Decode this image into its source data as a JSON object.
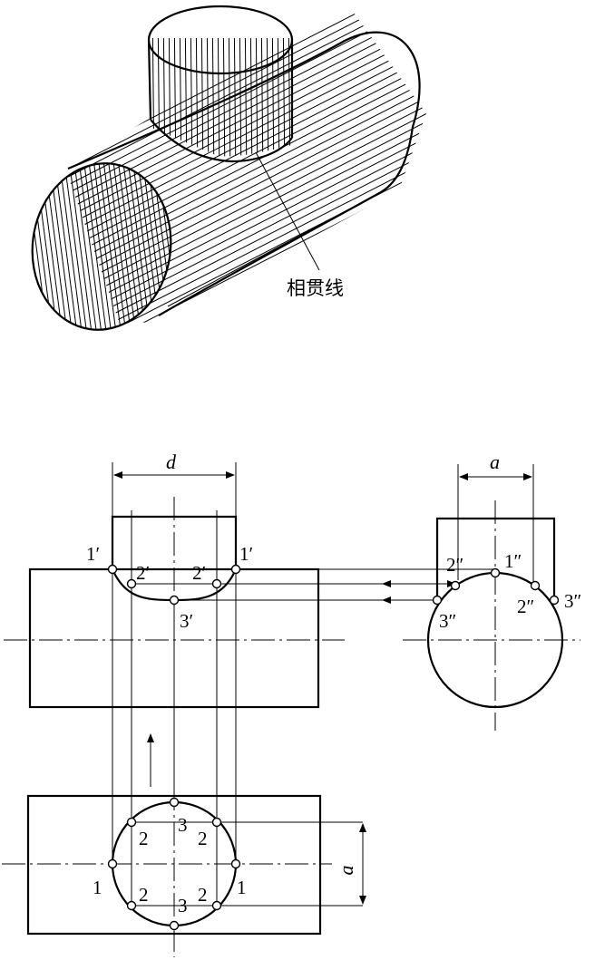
{
  "iso": {
    "callout": "相贯线"
  },
  "views": {
    "front": {
      "dim": "d",
      "labels": {
        "p1l": "1′",
        "p1r": "1′",
        "p2l": "2′",
        "p2r": "2′",
        "p3": "3′"
      }
    },
    "side": {
      "dim": "a",
      "labels": {
        "p2a": "2″",
        "p1": "1″",
        "p2b": "2″",
        "p3r": "3″",
        "p3l": "3″"
      }
    },
    "top": {
      "dim": "a",
      "labels": {
        "l1": "1",
        "r1": "1",
        "ul2": "2",
        "ur2": "2",
        "ll2": "2",
        "lr2": "2",
        "t3": "3",
        "b3": "3"
      }
    }
  }
}
